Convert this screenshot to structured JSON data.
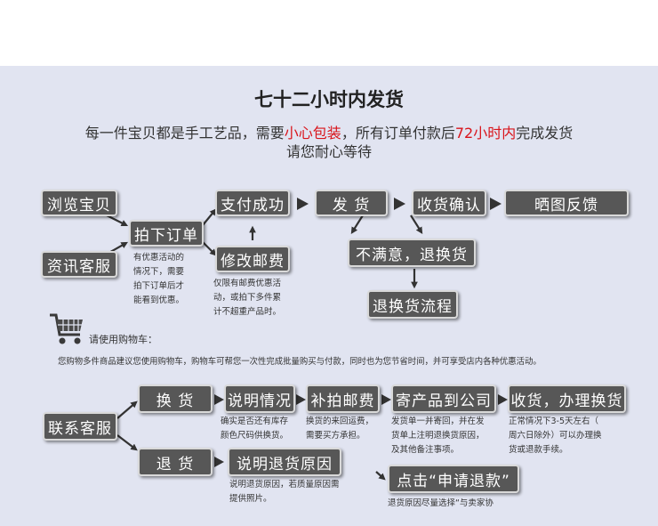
{
  "title": "七十二小时内发货",
  "subtitle": {
    "part1": "每一件宝贝都是手工艺品，需要",
    "highlight1": "小心包装",
    "part2": "，所有订单付款后",
    "highlight2": "72小时内",
    "part3": "完成发货",
    "line2": "请您耐心等待"
  },
  "flow1": {
    "browse": "浏览宝贝",
    "contact_cs": "资讯客服",
    "place_order": "拍下订单",
    "pay_success": "支付成功",
    "edit_shipping": "修改邮费",
    "ship": "发 货",
    "confirm_receipt": "收货确认",
    "review": "晒图反馈",
    "unsatisfied": "不满意，退换货",
    "return_process": "退换货流程",
    "note_order": [
      "有优惠活动的",
      "情况下，需要",
      "拍下订单后才",
      "能看到优惠。"
    ],
    "note_shipping": [
      "仅限有邮费优惠活",
      "动，或拍下多件累",
      "计不超重产品时。"
    ]
  },
  "cart": {
    "title": "请使用购物车：",
    "text": "您购物多件商品建议您使用购物车，购物车可帮您一次性完成批量购买与付款，同时也为您节省时间，并可享受店内各种优惠活动。"
  },
  "flow2": {
    "contact": "联系客服",
    "exchange": "换 货",
    "return": "退 货",
    "explain": "说明情况",
    "pay_postage": "补拍邮费",
    "send_product": "寄产品到公司",
    "receive_exchange": "收货，办理换货",
    "explain_reason": "说明退货原因",
    "apply_refund": "点击“申请退款”",
    "note_explain": [
      "确实是否还有库存",
      "颜色尺码供换货。"
    ],
    "note_postage": [
      "换货的来回运费，",
      "需要买方承担。"
    ],
    "note_send": [
      "发货单一并寄回，并在发",
      "货单上注明退换货原因，",
      "及其他备注事项。"
    ],
    "note_receive": [
      "正常情况下3-5天左右（",
      "周六日除外）可以办理换",
      "货或退款手续。"
    ],
    "note_reason": [
      "说明退货原因，若质量原因需",
      "提供照片。"
    ],
    "note_refund": [
      "退货原因尽量选择“与卖家协"
    ]
  },
  "colors": {
    "panel": "#e1e4f1",
    "box": "#575757",
    "highlight": "#d9141b"
  }
}
